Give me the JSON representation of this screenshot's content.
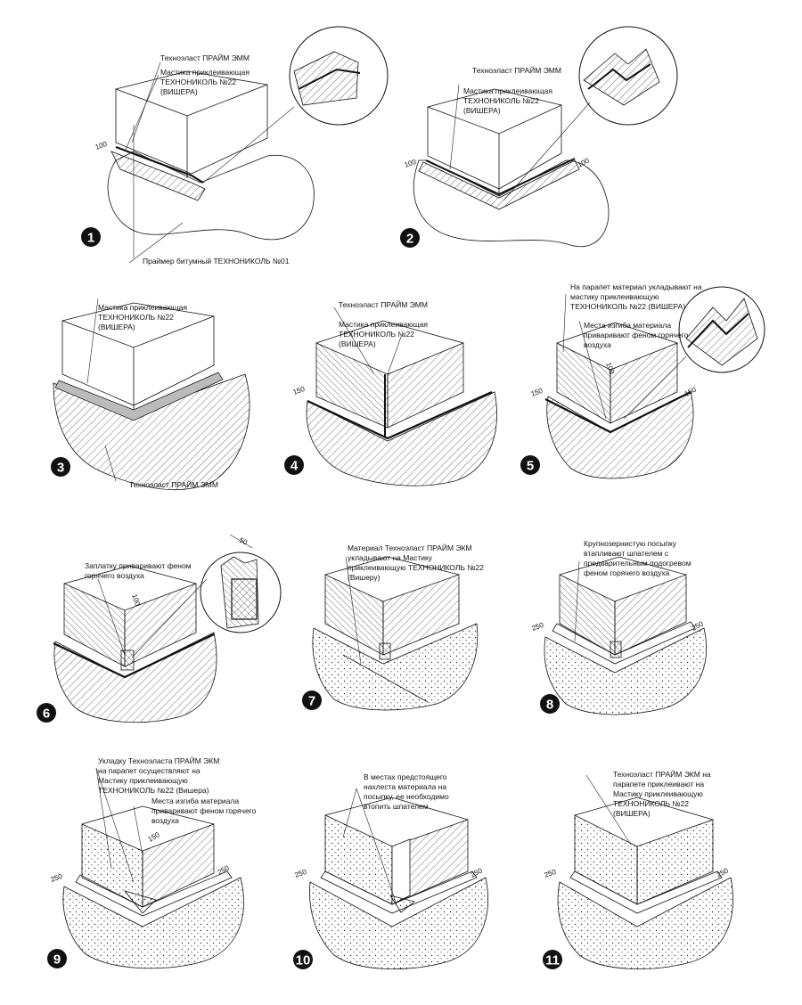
{
  "steps": [
    {
      "number": "1",
      "labels": [
        "Техноэласт ПРАЙМ ЭММ",
        "Мастика приклеивающая",
        "ТЕХНОНИКОЛЬ №22",
        "(ВИШЕРА)"
      ],
      "bottom_label": "Праймер битумный ТЕХНОНИКОЛЬ №01",
      "dims": [
        "100"
      ]
    },
    {
      "number": "2",
      "labels": [
        "Техноэласт ПРАЙМ ЭММ",
        "Мастика приклеивающая",
        "ТЕХНОНИКОЛЬ №22",
        "(ВИШЕРА)"
      ],
      "dims": [
        "100",
        "100"
      ]
    },
    {
      "number": "3",
      "labels": [
        "Мастика приклеивающая",
        "ТЕХНОНИКОЛЬ №22",
        "(ВИШЕРА)"
      ],
      "bottom_label": "Техноэласт ПРАЙМ ЭММ"
    },
    {
      "number": "4",
      "labels": [
        "Техноэласт ПРАЙМ ЭММ",
        "Мастика приклеивающая",
        "ТЕХНОНИКОЛЬ №22",
        "(ВИШЕРА)"
      ],
      "dims": [
        "150"
      ]
    },
    {
      "number": "5",
      "labels": [
        "На парапет материал укладывают на",
        "мастику приклеивающую",
        "ТЕХНОНИКОЛЬ №22 (ВИШЕРА)"
      ],
      "labels2": [
        "Места изгиба материала",
        "приваривают феном горячего",
        "воздуха"
      ],
      "dims": [
        "100",
        "150",
        "150"
      ]
    },
    {
      "number": "6",
      "labels": [
        "Заплатку приваривают феном",
        "горячего воздуха"
      ],
      "dims": [
        "100",
        "50"
      ]
    },
    {
      "number": "7",
      "labels": [
        "Материал Техноэласт ПРАЙМ ЭКМ",
        "укладывают на Мастику",
        "приклеивающую ТЕХНОНИКОЛЬ №22",
        "(Вишеру)"
      ]
    },
    {
      "number": "8",
      "labels": [
        "Крупнозернистую посыпку",
        "втапливают шпателем с",
        "предварительным подогревом",
        "феном горячего воздуха"
      ],
      "dims": [
        "250",
        "250"
      ]
    },
    {
      "number": "9",
      "labels": [
        "Укладку Техноэласта ПРАЙМ ЭКМ",
        "на парапет осуществляют на",
        "Мастику приклеивающую",
        "ТЕХНОНИКОЛЬ №22 (Вишера)"
      ],
      "labels2": [
        "Места изгиба материала",
        "приваривают феном горячего",
        "воздуха"
      ],
      "dims": [
        "150",
        "250",
        "250"
      ]
    },
    {
      "number": "10",
      "labels": [
        "В местах предстоящего",
        "нахлеста материала на",
        "посыпку, ее необходимо",
        "втопить шпателем"
      ],
      "dims": [
        "250",
        "250"
      ]
    },
    {
      "number": "11",
      "labels": [
        "Техноэласт ПРАЙМ ЭКМ на",
        "парапете приклеивают на",
        "Мастику приклеивающую",
        "ТЕХНОНИКОЛЬ №22",
        "(ВИШЕРА)"
      ],
      "dims": [
        "250",
        "250"
      ]
    }
  ]
}
